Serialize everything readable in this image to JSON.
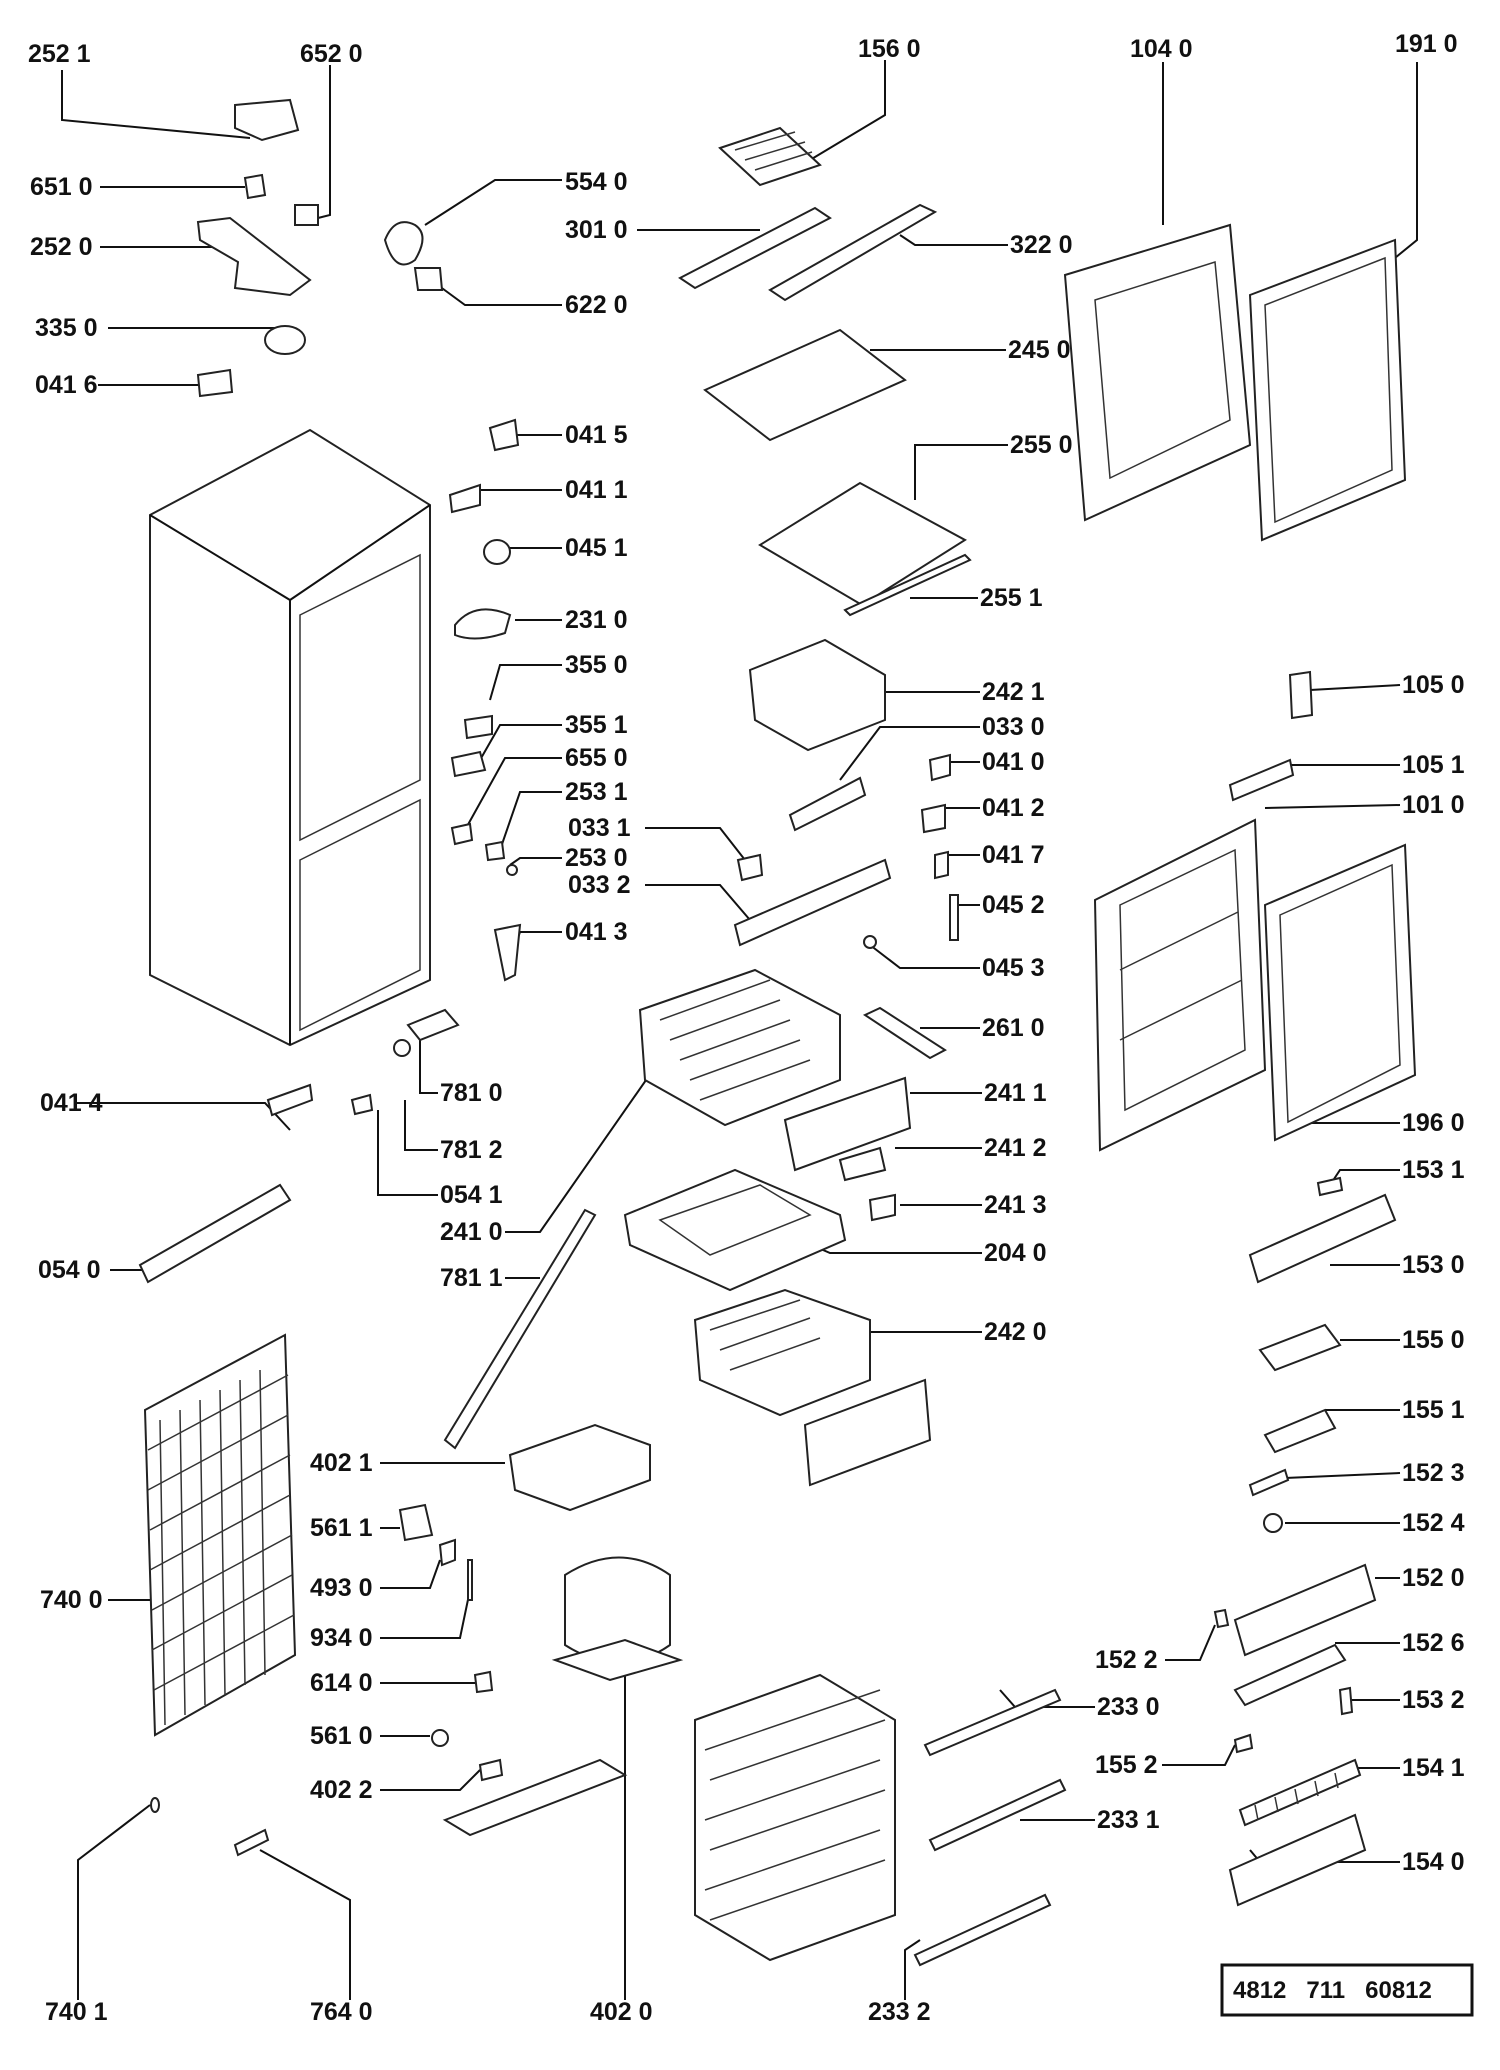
{
  "diagram": {
    "kind": "exploded-parts-diagram",
    "reference_number": "4812   711   60812",
    "part_labels": [
      "252 1",
      "652 0",
      "156 0",
      "104 0",
      "191 0",
      "651 0",
      "554 0",
      "301 0",
      "322 0",
      "252 0",
      "622 0",
      "335 0",
      "245 0",
      "041 6",
      "041 5",
      "255 0",
      "041 1",
      "045 1",
      "255 1",
      "231 0",
      "355 0",
      "242 1",
      "105 0",
      "355 1",
      "033 0",
      "655 0",
      "041 0",
      "105 1",
      "253 1",
      "041 2",
      "101 0",
      "033 1",
      "041 7",
      "253 0",
      "033 2",
      "045 2",
      "041 3",
      "045 3",
      "261 0",
      "781 0",
      "241 1",
      "041 4",
      "196 0",
      "781 2",
      "241 2",
      "153 1",
      "054 1",
      "241 3",
      "241 0",
      "204 0",
      "153 0",
      "054 0",
      "781 1",
      "242 0",
      "155 0",
      "155 1",
      "402 1",
      "152 3",
      "561 1",
      "152 4",
      "740 0",
      "493 0",
      "152 0",
      "934 0",
      "152 2",
      "152 6",
      "614 0",
      "153 2",
      "233 0",
      "561 0",
      "155 2",
      "154 1",
      "402 2",
      "233 1",
      "154 0",
      "740 1",
      "764 0",
      "402 0",
      "233 2"
    ]
  }
}
